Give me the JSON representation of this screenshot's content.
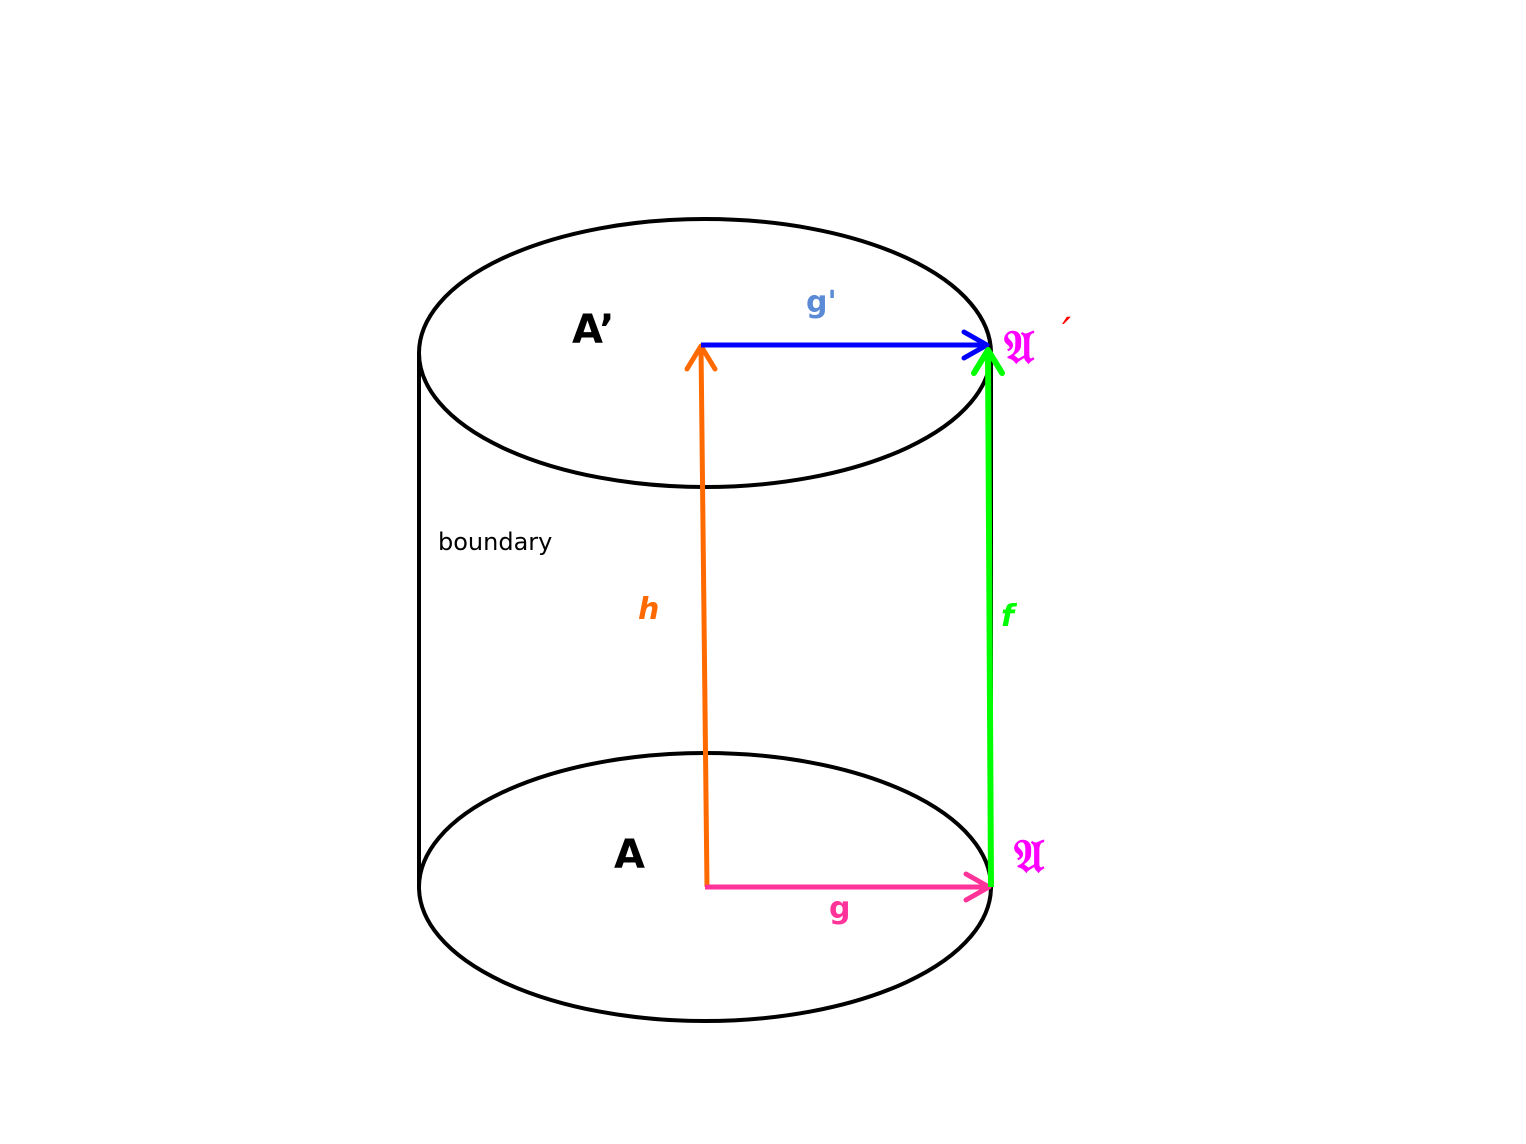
{
  "labels": {
    "top_face": "A’",
    "bottom_face": "A",
    "side": "boundary",
    "arrow_top": "g'",
    "arrow_bottom": "g",
    "arrow_left": "h",
    "arrow_right": "f",
    "point_bottom_right": "𝔄",
    "point_top_right": "𝔄",
    "point_top_right_prime": "′"
  },
  "colors": {
    "outline": "#000000",
    "arrow_top": "#0000ff",
    "arrow_top_label": "#5b8bd6",
    "arrow_bottom": "#ff3399",
    "arrow_left": "#ff6a00",
    "arrow_right": "#00ff00",
    "point_label": "#ff00ff",
    "prime_mark": "#ff0000",
    "text": "#000000"
  }
}
